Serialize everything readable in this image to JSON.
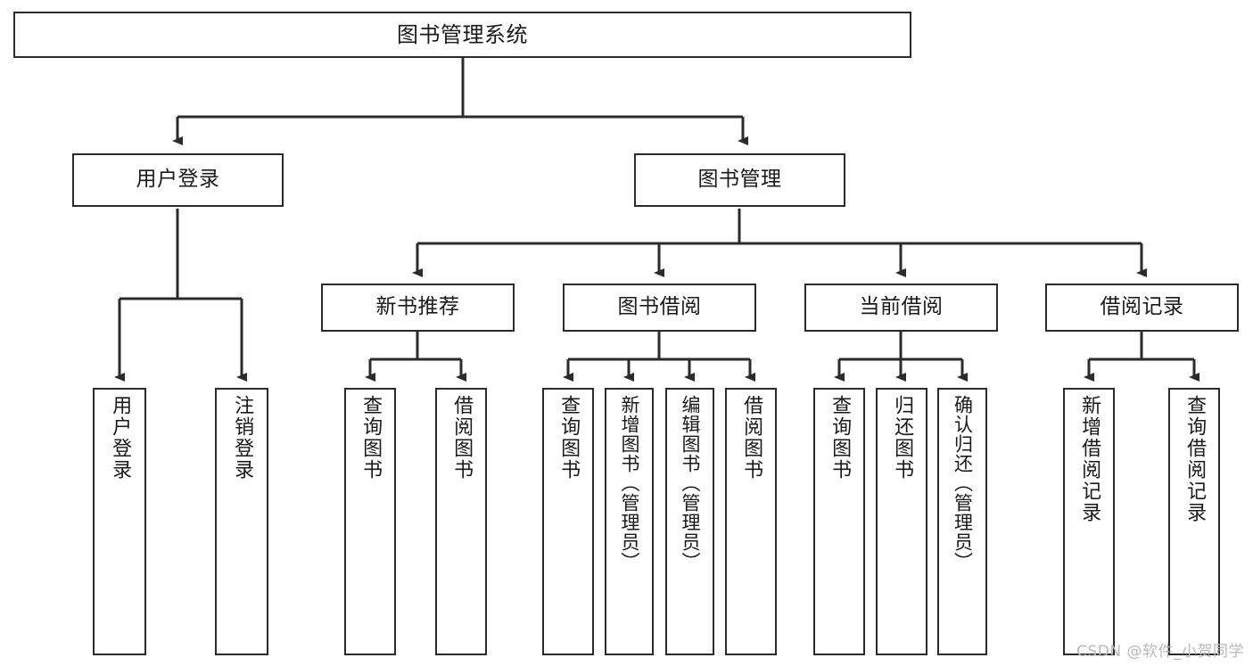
{
  "diagram": {
    "title": "图书管理系统",
    "watermark": "CSDN @软件_小贺同学",
    "line_color": "#2b2b2b",
    "box_fill": "#ffffff",
    "text_color": "#1a1a1a",
    "levels": {
      "root": "图书管理系统",
      "level2": [
        "用户登录",
        "图书管理"
      ],
      "level3": [
        "新书推荐",
        "图书借阅",
        "当前借阅",
        "借阅记录"
      ]
    },
    "nodes": {
      "root": {
        "label": "图书管理系统"
      },
      "user_login": {
        "label": "用户登录"
      },
      "book_manage": {
        "label": "图书管理"
      },
      "new_book_rec": {
        "label": "新书推荐"
      },
      "book_borrow": {
        "label": "图书借阅"
      },
      "current_borrow": {
        "label": "当前借阅"
      },
      "borrow_record": {
        "label": "借阅记录"
      },
      "leaf_user_login": {
        "label": "用户登录"
      },
      "leaf_logout": {
        "label": "注销登录"
      },
      "leaf_query_book_1": {
        "label": "查询图书"
      },
      "leaf_borrow_book_1": {
        "label": "借阅图书"
      },
      "leaf_query_book_2": {
        "label": "查询图书"
      },
      "leaf_add_book": {
        "label": "新增图书（管理员）"
      },
      "leaf_edit_book": {
        "label": "编辑图书（管理员）"
      },
      "leaf_borrow_book_2": {
        "label": "借阅图书"
      },
      "leaf_query_book_3": {
        "label": "查询图书"
      },
      "leaf_return_book": {
        "label": "归还图书"
      },
      "leaf_confirm_return": {
        "label": "确认归还（管理员）"
      },
      "leaf_add_record": {
        "label": "新增借阅记录"
      },
      "leaf_query_record": {
        "label": "查询借阅记录"
      }
    },
    "tree": {
      "图书管理系统": {
        "用户登录": [
          "用户登录",
          "注销登录"
        ],
        "图书管理": {
          "新书推荐": [
            "查询图书",
            "借阅图书"
          ],
          "图书借阅": [
            "查询图书",
            "新增图书（管理员）",
            "编辑图书（管理员）",
            "借阅图书"
          ],
          "当前借阅": [
            "查询图书",
            "归还图书",
            "确认归还（管理员）"
          ],
          "借阅记录": [
            "新增借阅记录",
            "查询借阅记录"
          ]
        }
      }
    }
  }
}
